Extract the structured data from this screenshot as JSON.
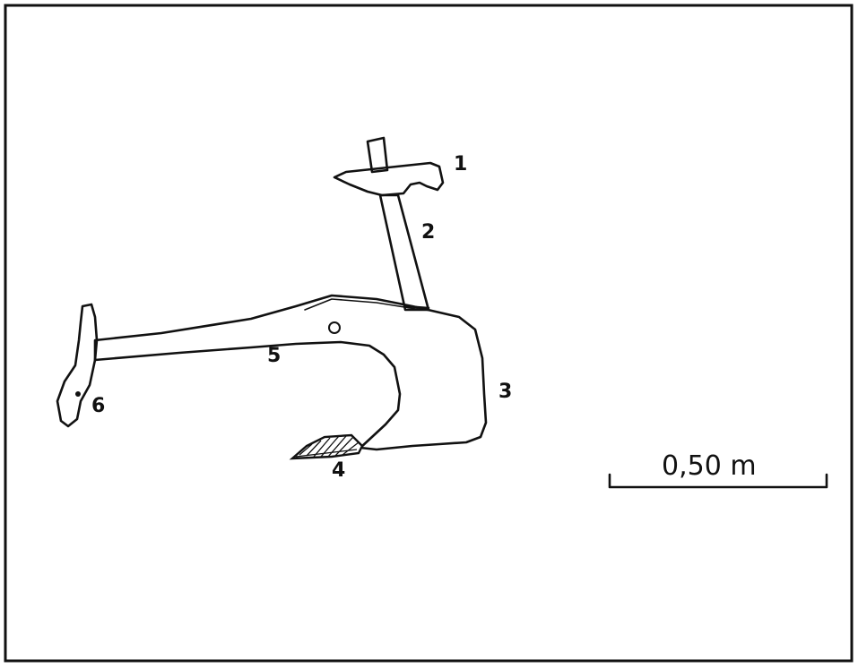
{
  "labels": {
    "l1": "1",
    "l2": "2",
    "l3": "3",
    "l4": "4",
    "l5": "5",
    "l6": "6"
  },
  "scale_bar": {
    "text": "0,50 m"
  },
  "colors": {
    "ink": "#111111",
    "paper": "#ffffff"
  }
}
